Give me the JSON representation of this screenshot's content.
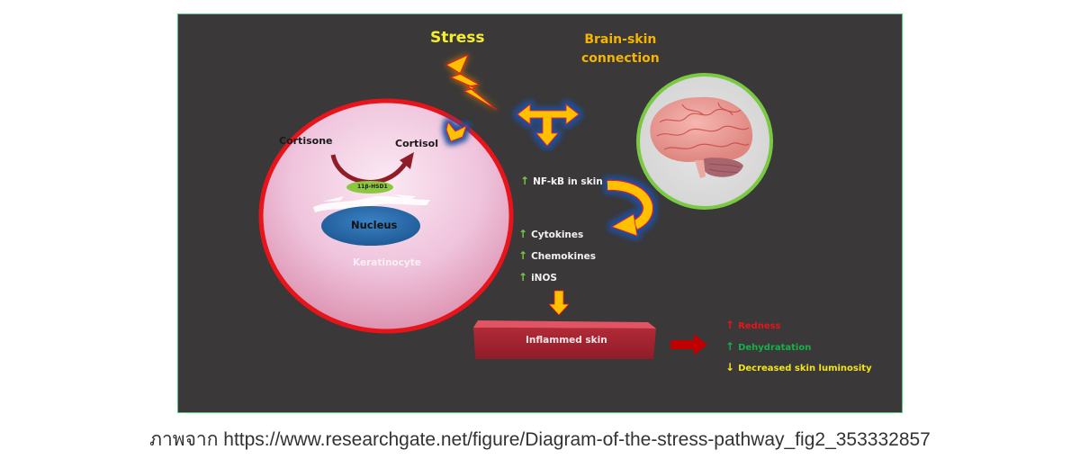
{
  "diagram": {
    "background_color": "#3a3838",
    "border_color": "#4fc97a",
    "stress_label": "Stress",
    "brain_connection_label_line1": "Brain-skin",
    "brain_connection_label_line2": "connection",
    "cell": {
      "name": "Keratinocyte",
      "substrate": "Cortisone",
      "product": "Cortisol",
      "enzyme": "11β-HSD1",
      "nucleus": "Nucleus"
    },
    "pathway": {
      "nfkb": "NF-kB in skin",
      "mediators": [
        "Cytokines",
        "Chemokines",
        "iNOS"
      ],
      "up_arrow": "↑"
    },
    "outcome_box": "Inflammed skin",
    "effects": [
      {
        "arrow": "↑",
        "label": "Redness",
        "color": "#e8141b"
      },
      {
        "arrow": "↑",
        "label": "Dehydratation",
        "color": "#14b14b"
      },
      {
        "arrow": "↓",
        "label": "Decreased skin luminosity",
        "color": "#f2e51b"
      }
    ],
    "colors": {
      "arrow_yellow": "#ffc000",
      "glow_blue": "#1f4e9e",
      "cell_border": "#e8141b",
      "brain_ring": "#7ac943",
      "nucleus": "#2e6db0",
      "enzyme": "#8dc63f",
      "box_red": "#9c1f2b"
    }
  },
  "caption": "ภาพจาก https://www.researchgate.net/figure/Diagram-of-the-stress-pathway_fig2_353332857"
}
